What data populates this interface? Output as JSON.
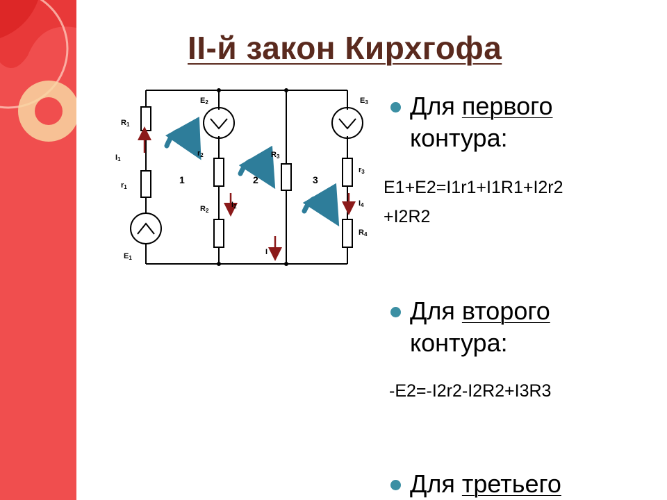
{
  "title": "II-й закон Кирхгофа",
  "bullets": [
    {
      "prefix": "Для ",
      "ordinal": "первого",
      "suffix": "контура:"
    },
    {
      "prefix": "Для ",
      "ordinal": "второго",
      "suffix": "контура:"
    },
    {
      "prefix": "Для ",
      "ordinal": "третьего",
      "suffix": ""
    }
  ],
  "equations": {
    "eq1_line1": "Е1+Е2=I1r1+I1R1+I2r2",
    "eq1_line2": "+I2R2",
    "eq2": "-Е2=-I2r2-I2R2+I3R3"
  },
  "circuit": {
    "labels": {
      "R1": "R",
      "R1_sub": "1",
      "I1": "I",
      "I1_sub": "1",
      "r1": "r",
      "r1_sub": "1",
      "E1": "E",
      "E1_sub": "1",
      "E2": "E",
      "E2_sub": "2",
      "r2": "r",
      "r2_sub": "2",
      "R2": "R",
      "R2_sub": "2",
      "I2": "I",
      "I2_sub": "2",
      "R3": "R",
      "R3_sub": "3",
      "I3": "I",
      "E3": "E",
      "E3_sub": "3",
      "r3": "r",
      "r3_sub": "3",
      "I4": "I",
      "I4_sub": "4",
      "R4": "R",
      "R4_sub": "4"
    },
    "loops": [
      "1",
      "2",
      "3"
    ]
  },
  "colors": {
    "title": "#5a2a1e",
    "sidebar": "#f04e4e",
    "bullet": "#3b8fa3",
    "loop_arrow": "#2e7d9a",
    "current_arrow": "#8b1a1a"
  }
}
